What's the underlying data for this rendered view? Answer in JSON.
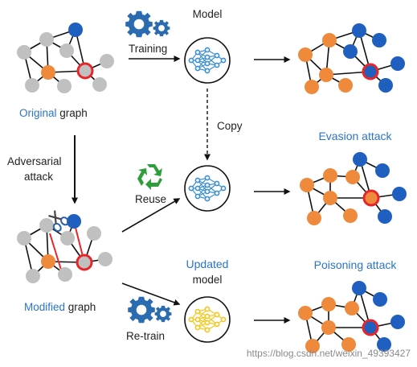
{
  "labels": {
    "original_prefix": "Original",
    "original_suffix": " graph",
    "modified_prefix": "Modified",
    "modified_suffix": " graph",
    "adversarial_line1": "Adversarial",
    "adversarial_line2": "attack",
    "training": "Training",
    "model": "Model",
    "copy": "Copy",
    "reuse": "Reuse",
    "updated": "Updated",
    "updated_model": "model",
    "retrain": "Re-train",
    "evasion_attack": "Evasion attack",
    "poisoning_attack": "Poisoning attack",
    "watermark": "https://blog.csdn.net/weixin_49393427"
  },
  "colors": {
    "node_blue": "#1f5fbf",
    "node_orange": "#ef8a3d",
    "node_gray": "#c0c0c0",
    "target_outline": "#e8262a",
    "label_blue": "#2b74c7",
    "gear_blue": "#2b6cb0",
    "recycle_green": "#2f9e3a",
    "model_icon_blue": "#3a8fd6",
    "model_icon_yellow": "#f2c81d"
  },
  "icons": {
    "gear_top": "gears-icon",
    "recycle": "recycle-icon",
    "gear_bottom": "gears-icon",
    "scissors": "scissors-icon",
    "model": "neural-network-icon"
  }
}
